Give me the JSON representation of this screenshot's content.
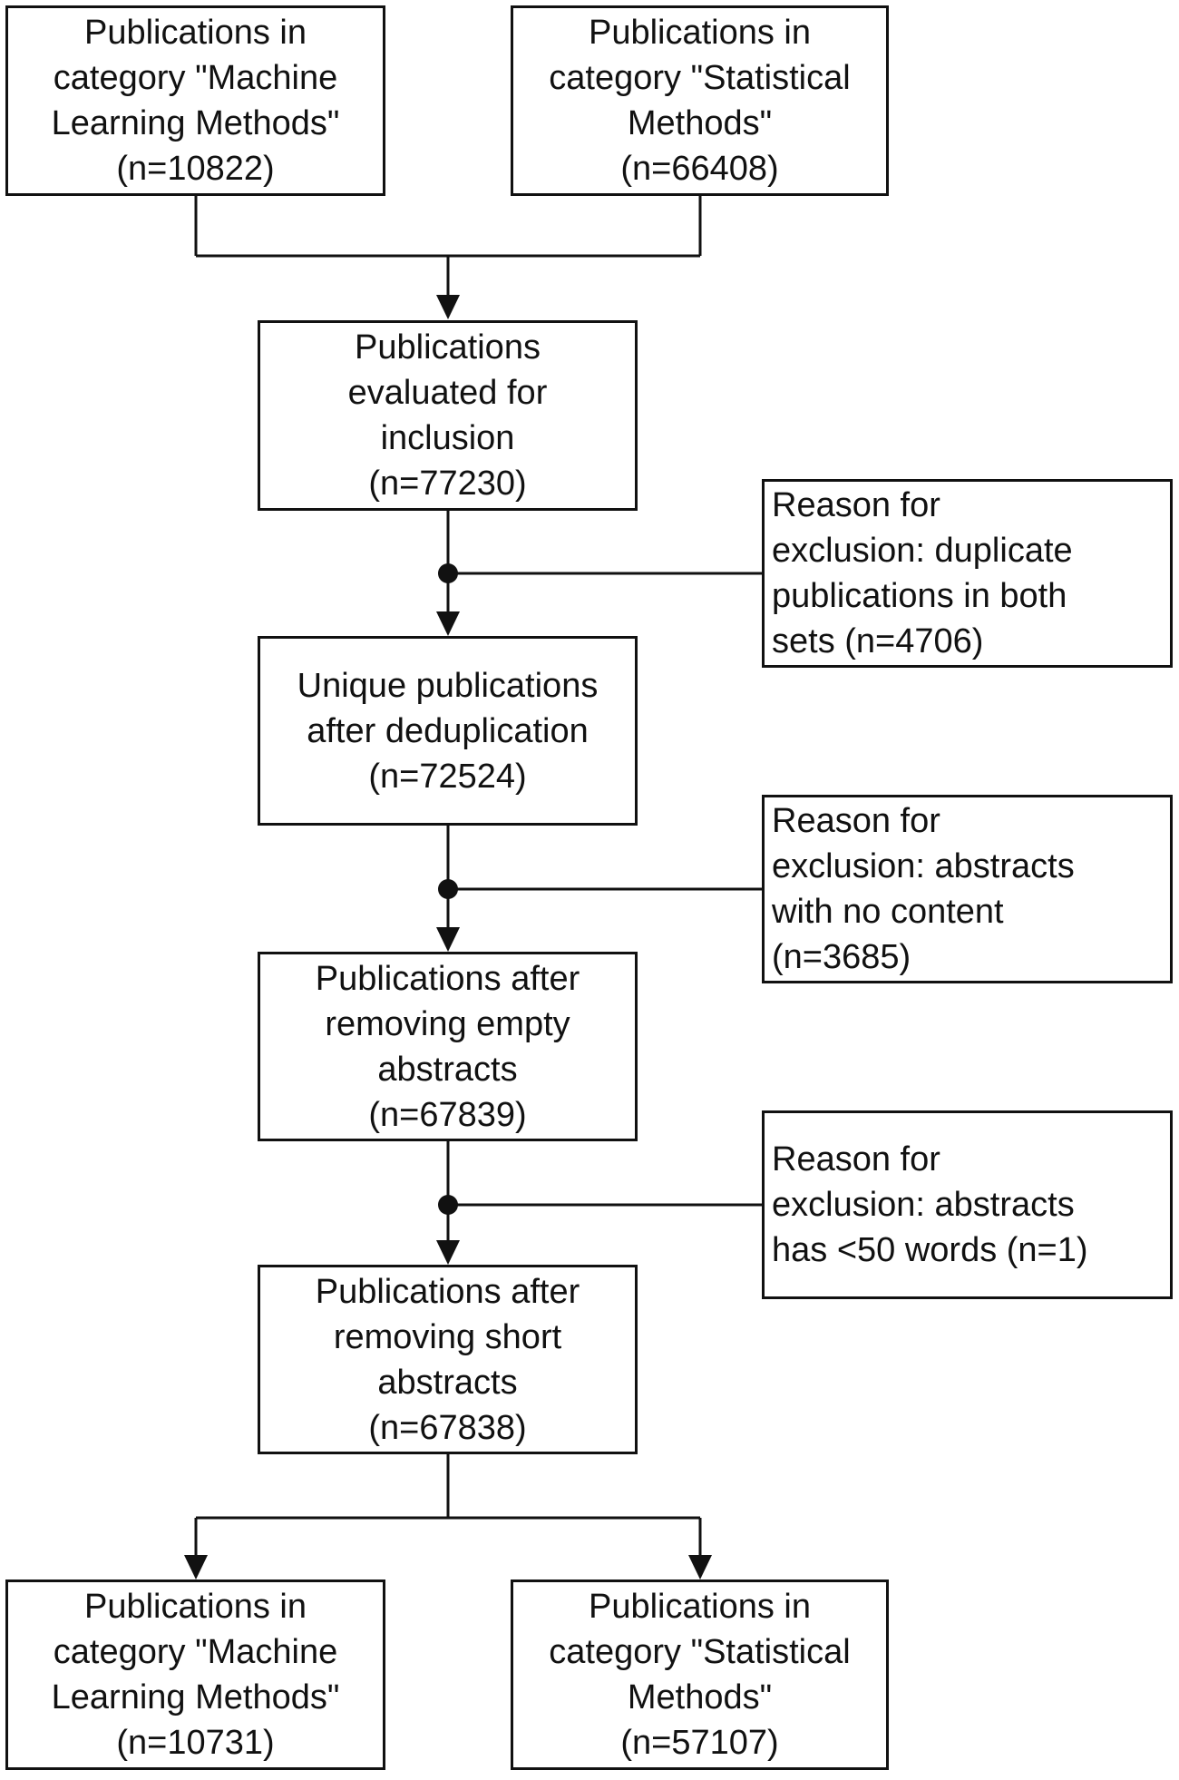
{
  "nodes": {
    "ml_initial": {
      "lines": [
        "Publications in",
        "category \"Machine",
        "Learning Methods\"",
        "(n=10822)"
      ]
    },
    "stat_initial": {
      "lines": [
        "Publications in",
        "category \"Statistical",
        "Methods\"",
        "(n=66408)"
      ]
    },
    "evaluated": {
      "lines": [
        "Publications",
        "evaluated for",
        "inclusion",
        "(n=77230)"
      ]
    },
    "exclusion_duplicates": {
      "lines": [
        "Reason for",
        "exclusion: duplicate",
        "publications in both",
        "sets (n=4706)"
      ]
    },
    "unique": {
      "lines": [
        "Unique publications",
        "after deduplication",
        "(n=72524)"
      ]
    },
    "exclusion_empty": {
      "lines": [
        "Reason for",
        "exclusion: abstracts",
        "with no content",
        "(n=3685)"
      ]
    },
    "after_empty": {
      "lines": [
        "Publications after",
        "removing empty",
        "abstracts",
        "(n=67839)"
      ]
    },
    "exclusion_short": {
      "lines": [
        "Reason for",
        "exclusion: abstracts",
        "has <50 words (n=1)"
      ]
    },
    "after_short": {
      "lines": [
        "Publications after",
        "removing short",
        "abstracts",
        "(n=67838)"
      ]
    },
    "ml_final": {
      "lines": [
        "Publications in",
        "category \"Machine",
        "Learning Methods\"",
        "(n=10731)"
      ]
    },
    "stat_final": {
      "lines": [
        "Publications in",
        "category \"Statistical",
        "Methods\"",
        "(n=57107)"
      ]
    }
  }
}
